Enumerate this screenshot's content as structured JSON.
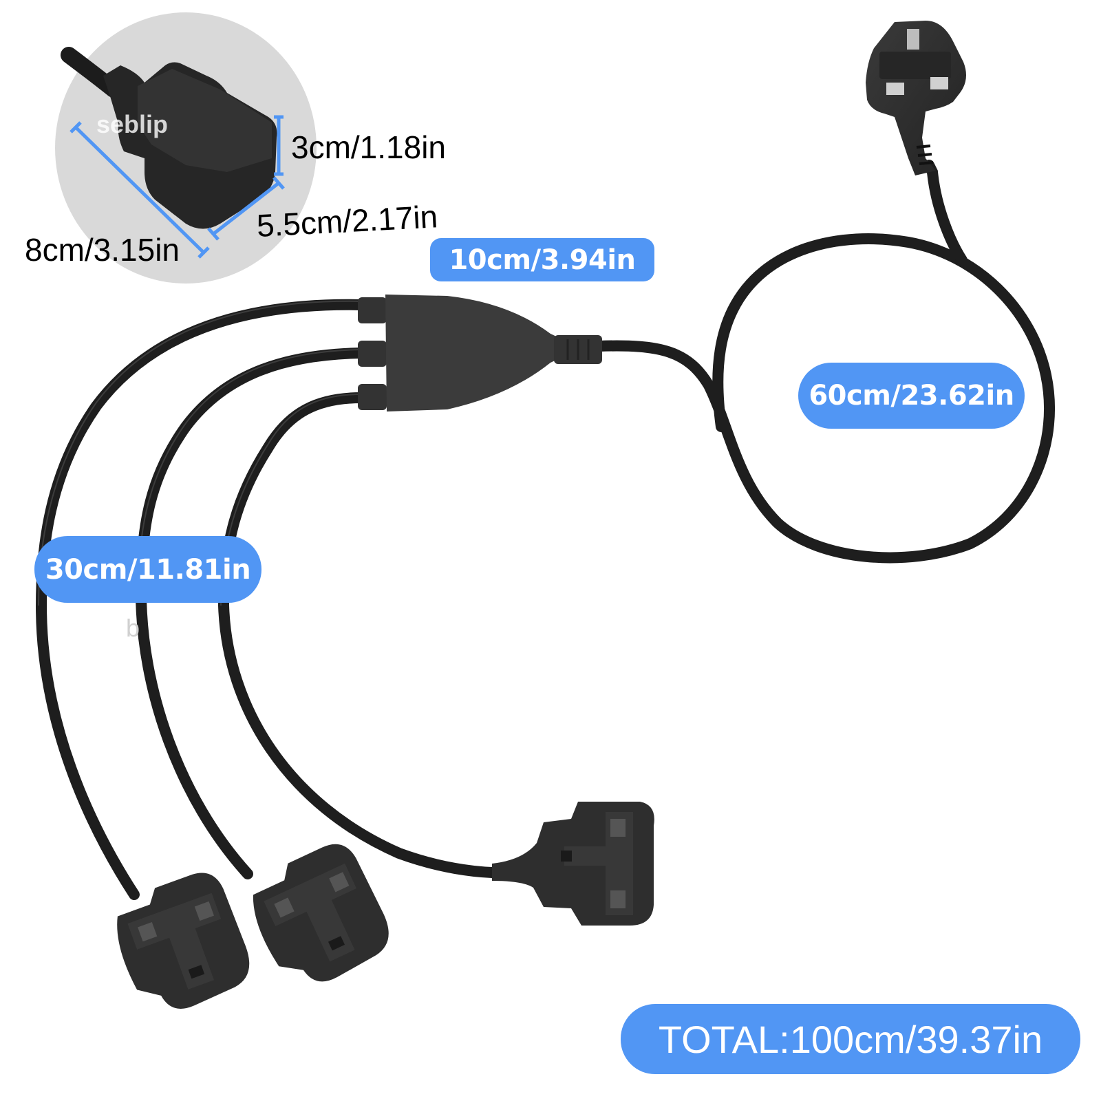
{
  "product": {
    "brand_watermark": "seblip",
    "type": "UK 3-way splitter power cable",
    "connectors": {
      "input": "UK plug (BS 1363)",
      "outputs": 3,
      "output_type": "UK socket"
    }
  },
  "labels": {
    "socket_height": "3cm/1.18in",
    "socket_width": "5.5cm/2.17in",
    "socket_length": "8cm/3.15in",
    "splitter_length": "10cm/3.94in",
    "main_cable": "60cm/23.62in",
    "branch_cable": "30cm/11.81in",
    "total": "TOTAL:100cm/39.37in"
  },
  "watermark_fragment": "b",
  "colors": {
    "accent_pill": "#5196f4",
    "pill_text": "#ffffff",
    "cable": "#1e1e1e",
    "plug_body": "#2e2e2e",
    "inset_circle": "#d9d9d9",
    "dimension_line": "#5196f4",
    "background": "#ffffff"
  }
}
